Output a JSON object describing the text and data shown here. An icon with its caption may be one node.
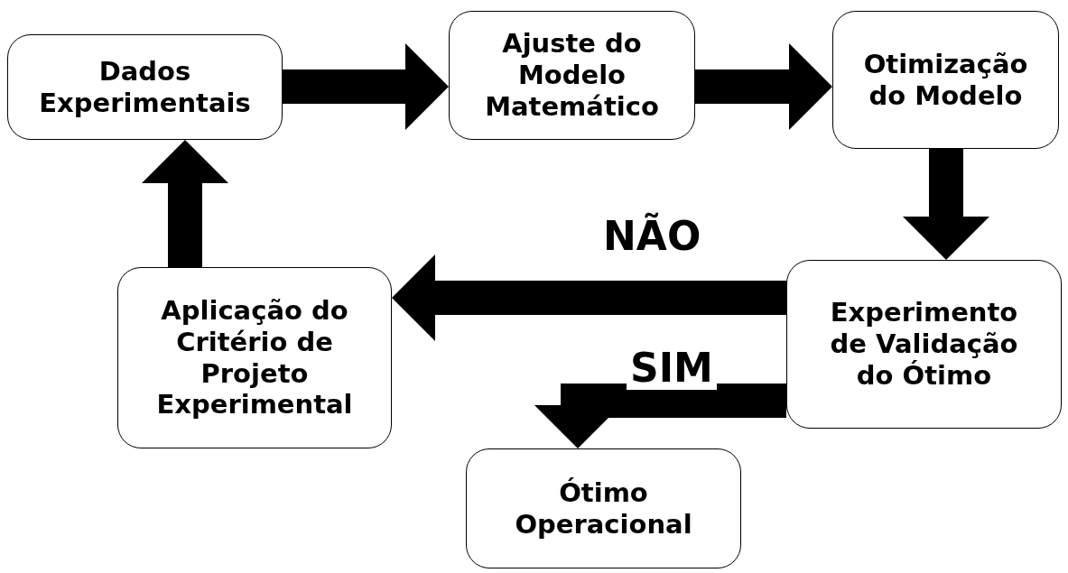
{
  "diagram": {
    "nodes": [
      {
        "text": [
          "Dados Experimentais"
        ]
      },
      {
        "text": [
          "Ajuste do Modelo Matemático"
        ]
      },
      {
        "text": [
          "Otimização do Modelo"
        ]
      },
      {
        "text": [
          "Experimento de Validação do Ótimo"
        ]
      },
      {
        "text": [
          "Aplicação do Critério de Projeto Experimental"
        ]
      },
      {
        "text": [
          "Ótimo Operacional"
        ]
      }
    ],
    "edges": [
      {
        "from": 0,
        "to": 1,
        "arrow": "to"
      },
      {
        "from": 1,
        "to": 2,
        "arrow": "to"
      },
      {
        "from": 2,
        "to": 3,
        "arrow": "to"
      },
      {
        "from": 3,
        "to": 4,
        "arrow": "to",
        "label": "NÃO"
      },
      {
        "from": 3,
        "to": 5,
        "arrow": "to",
        "label": "SIM"
      },
      {
        "from": 4,
        "to": 0,
        "arrow": "to"
      }
    ]
  }
}
